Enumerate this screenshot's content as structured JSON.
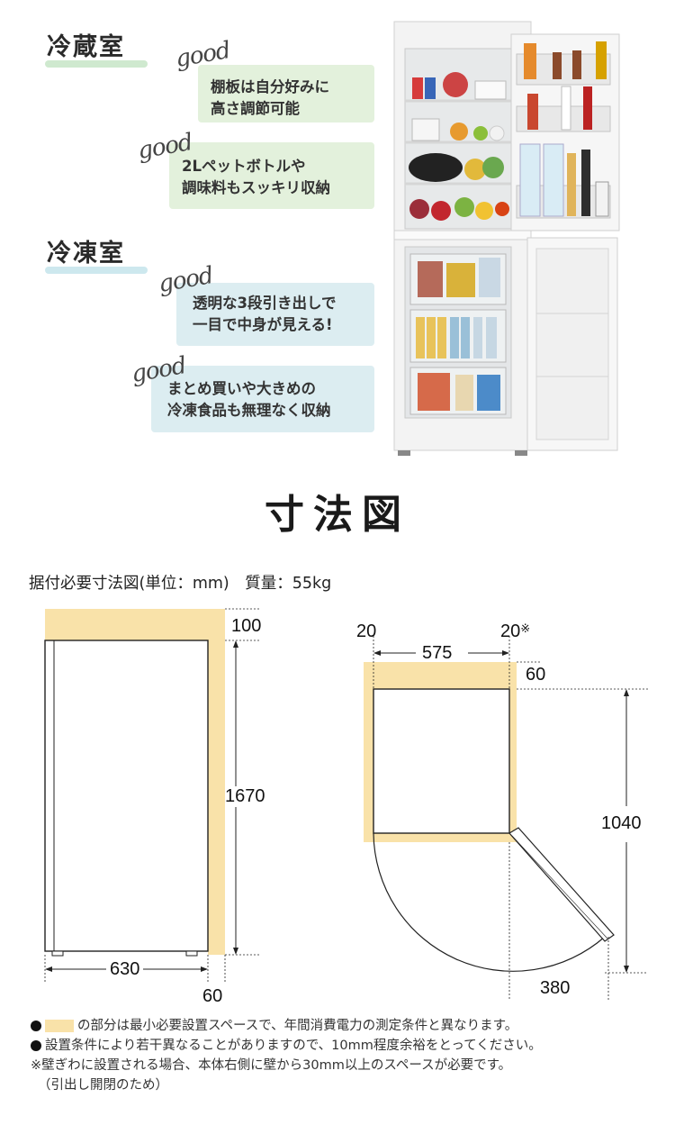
{
  "fridge_compartment": {
    "title": "冷蔵室",
    "features": [
      {
        "badge": "good",
        "text": "棚板は自分好みに\n高さ調節可能"
      },
      {
        "badge": "good",
        "text": "2Lペットボトルや\n調味料もスッキリ収納"
      }
    ]
  },
  "freezer_compartment": {
    "title": "冷凍室",
    "features": [
      {
        "badge": "good",
        "text": "透明な3段引き出しで\n一目で中身が見える!"
      },
      {
        "badge": "good",
        "text": "まとめ買いや大きめの\n冷凍食品も無理なく収納"
      }
    ]
  },
  "dimensions": {
    "title": "寸法図",
    "subtitle": "据付必要寸法図(単位：mm)　質量：55kg",
    "front": {
      "top_clearance": "100",
      "height": "1670",
      "width": "630",
      "side_clearance": "60"
    },
    "top_view": {
      "left_clearance": "20",
      "right_clearance": "20",
      "right_note_mark": "※",
      "width": "575",
      "back_clearance": "60",
      "depth": "1040",
      "door_swing": "380"
    }
  },
  "notes": {
    "line1": "の部分は最小必要設置スペースで、年間消費電力の測定条件と異なります。",
    "line2": "設置条件により若干異なることがありますので、10mm程度余裕をとってください。",
    "line3": "※壁ぎわに設置される場合、本体右側に壁から30mm以上のスペースが必要です。",
    "line4": "（引出し開閉のため）"
  },
  "colors": {
    "clearance_fill": "#f9e2a9",
    "fridge_bubble": "#e3f1dc",
    "freezer_bubble": "#dcedf1",
    "fridge_underline": "#cfe9cf",
    "freezer_underline": "#cde8ee"
  }
}
